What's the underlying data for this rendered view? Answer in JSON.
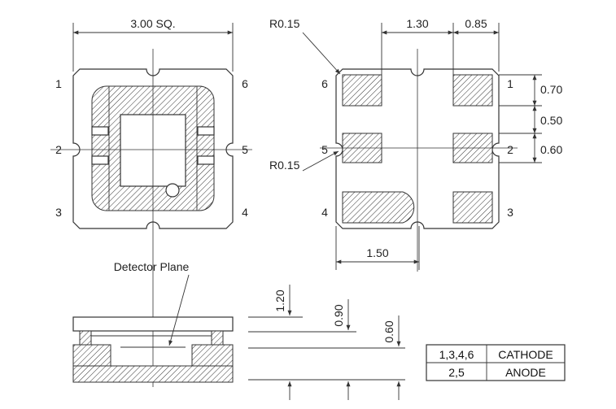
{
  "top_view": {
    "overall_label": "3.00 SQ.",
    "pins": [
      "1",
      "2",
      "3",
      "4",
      "5",
      "6"
    ]
  },
  "bottom_view": {
    "corner_radius_top": "R0.15",
    "corner_radius_mid": "R0.15",
    "dim_pitch": "1.30",
    "dim_margin": "0.85",
    "dim_pad_h": "0.70",
    "dim_gap": "0.50",
    "dim_mid_pad": "0.60",
    "dim_large_pad": "1.50",
    "pins": [
      "1",
      "2",
      "3",
      "4",
      "5",
      "6"
    ]
  },
  "side_view": {
    "detector_label": "Detector Plane",
    "height_total": "1.20",
    "height_mid": "0.90",
    "height_plane": "0.60"
  },
  "pin_table": {
    "rows": [
      {
        "pins": "1,3,4,6",
        "function": "CATHODE"
      },
      {
        "pins": "2,5",
        "function": "ANODE"
      }
    ]
  },
  "colors": {
    "line": "#333333",
    "background": "#ffffff"
  }
}
